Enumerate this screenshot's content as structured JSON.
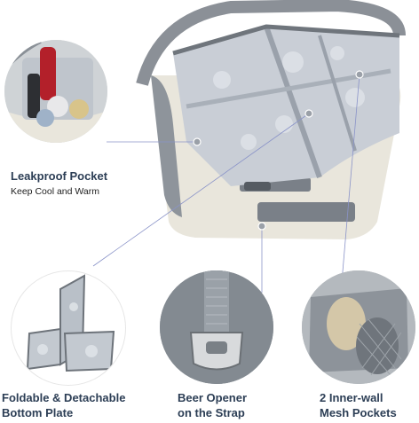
{
  "features": {
    "leakproof": {
      "title": "Leakproof Pocket",
      "subtitle": "Keep Cool and Warm"
    },
    "foldable": {
      "line1": "Foldable & Detachable",
      "line2": "Bottom Plate"
    },
    "opener": {
      "line1": "Beer Opener",
      "line2": "on the Strap"
    },
    "mesh": {
      "line1": "2 Inner-wall",
      "line2": "Mesh Pockets"
    }
  },
  "colors": {
    "heading": "#2c3e55",
    "foil": "#c9ced6",
    "bag_gray": "#7a8088",
    "bag_cream": "#e9e6dc",
    "accent_line": "#8a93c8"
  }
}
